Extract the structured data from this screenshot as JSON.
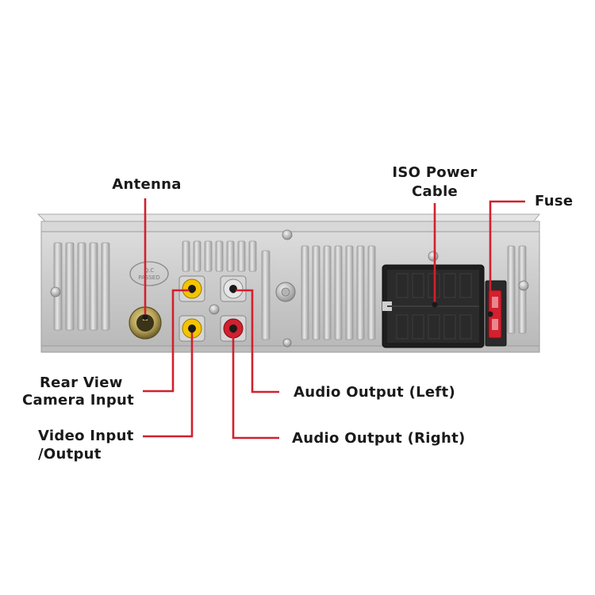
{
  "labels": {
    "antenna": "Antenna",
    "iso_power_line1": "ISO Power",
    "iso_power_line2": "Cable",
    "fuse": "Fuse",
    "rear_view_line1": "Rear View",
    "rear_view_line2": "Camera Input",
    "audio_left": "Audio Output (Left)",
    "video_line1": "Video Input",
    "video_line2": "/Output",
    "audio_right": "Audio Output (Right)"
  },
  "stamp": {
    "line1": "Q.C",
    "line2": "PASSED"
  },
  "colors": {
    "callout": "#d2202e",
    "rca_yellow": "#f5c400",
    "rca_white": "#e6e6e6",
    "rca_red": "#d2202e",
    "chassis": "#c9c9c9",
    "connector": "#1e1e1e"
  }
}
